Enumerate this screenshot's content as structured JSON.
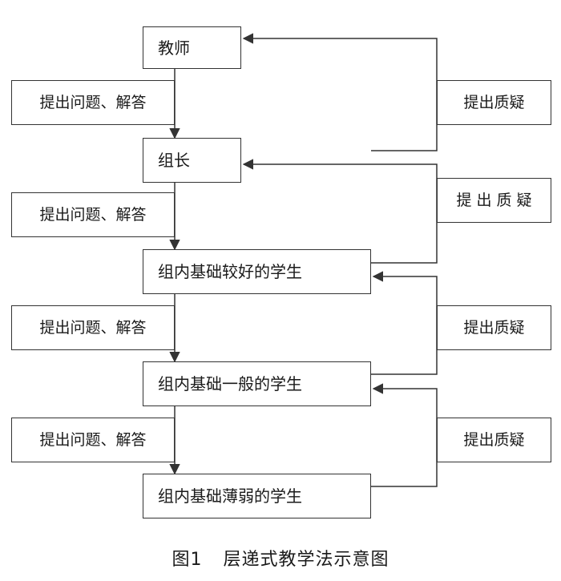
{
  "nodes": [
    "教师",
    "组长",
    "组内基础较好的学生",
    "组内基础一般的学生",
    "组内基础薄弱的学生"
  ],
  "down_labels": [
    "提出问题、解答",
    "提出问题、解答",
    "提出问题、解答",
    "提出问题、解答"
  ],
  "up_labels": [
    "提出质疑",
    "提 出 质 疑",
    "提出质疑",
    "提出质疑"
  ],
  "caption": {
    "number": "图1",
    "title": "层递式教学法示意图"
  }
}
